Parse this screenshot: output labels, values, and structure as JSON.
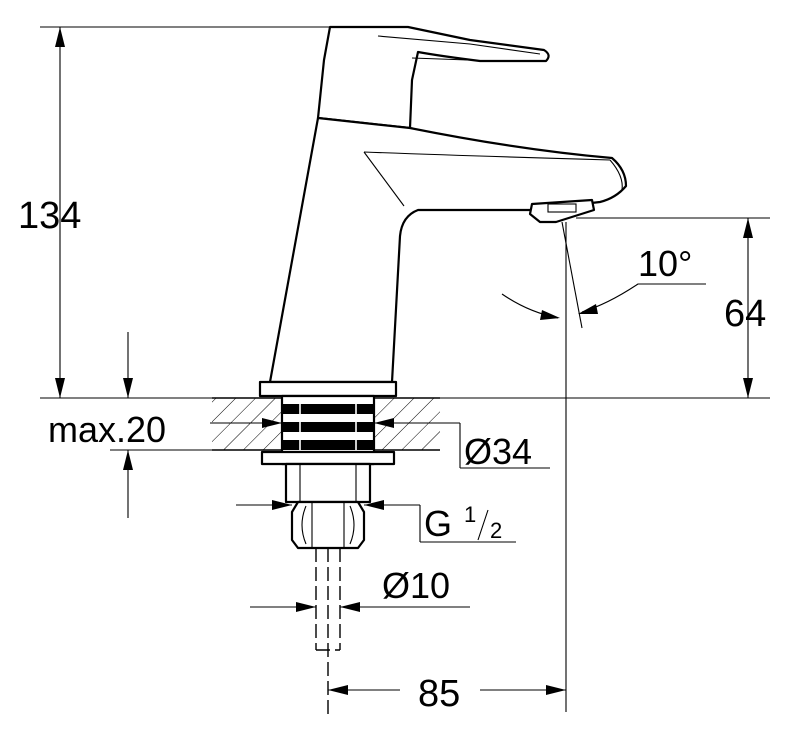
{
  "dimensions": {
    "height_total": "134",
    "spout_height": "64",
    "angle": "10°",
    "max_thickness": "max.20",
    "base_diameter": "Ø34",
    "thread_letter": "G",
    "thread_num": "1",
    "thread_den": "2",
    "pipe_diameter": "Ø10",
    "projection": "85"
  }
}
